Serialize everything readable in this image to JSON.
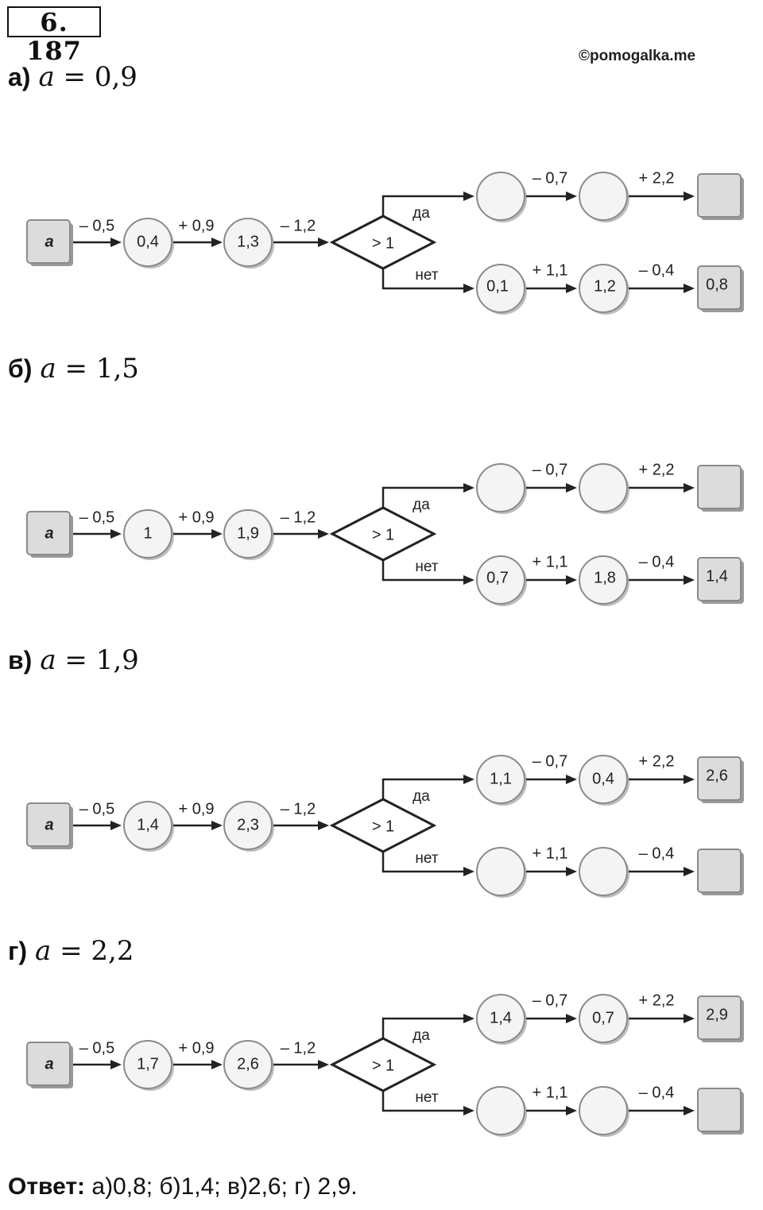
{
  "task_number": "6. 187",
  "watermark": "©pomogalka.me",
  "var_symbol": "a",
  "flow_labels": {
    "start": "a",
    "op1": "– 0,5",
    "op2": "+ 0,9",
    "op3": "– 1,2",
    "condition": "> 1",
    "yes": "да",
    "no": "нет",
    "yes_op1": "– 0,7",
    "yes_op2": "+ 2,2",
    "no_op1": "+ 1,1",
    "no_op2": "– 0,4"
  },
  "parts": [
    {
      "letter": "а)",
      "a_value": "0,9",
      "s1": "0,4",
      "s2": "1,3",
      "y1": "",
      "y2": "",
      "y3": "",
      "n1": "0,1",
      "n2": "1,2",
      "n3": "0,8"
    },
    {
      "letter": "б)",
      "a_value": "1,5",
      "s1": "1",
      "s2": "1,9",
      "y1": "",
      "y2": "",
      "y3": "",
      "n1": "0,7",
      "n2": "1,8",
      "n3": "1,4"
    },
    {
      "letter": "в)",
      "a_value": "1,9",
      "s1": "1,4",
      "s2": "2,3",
      "y1": "1,1",
      "y2": "0,4",
      "y3": "2,6",
      "n1": "",
      "n2": "",
      "n3": ""
    },
    {
      "letter": "г)",
      "a_value": "2,2",
      "s1": "1,7",
      "s2": "2,6",
      "y1": "1,4",
      "y2": "0,7",
      "y3": "2,9",
      "n1": "",
      "n2": "",
      "n3": ""
    }
  ],
  "answer": {
    "label": "Ответ:",
    "text": " а)0,8; б)1,4; в)2,6; г) 2,9."
  }
}
